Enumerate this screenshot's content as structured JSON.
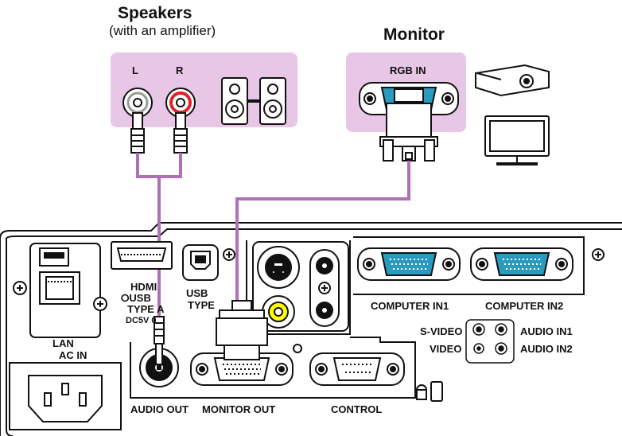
{
  "speakers": {
    "title": "Speakers",
    "subtitle": "(with an amplifier)",
    "left": "L",
    "right": "R"
  },
  "monitor": {
    "title": "Monitor",
    "rgb_in": "RGB IN"
  },
  "ports": {
    "hdmi": "HDMI",
    "usb_type_a_1": "⭘USB",
    "usb_type_a_2": "TYPE A",
    "usb_type_a_3": "DC5V 0",
    "usb_type_b_1": "USB",
    "usb_type_b_2": "TYPE",
    "computer_in1": "COMPUTER IN1",
    "computer_in2": "COMPUTER IN2",
    "s_video": "S-VIDEO",
    "video": "VIDEO",
    "audio_in1": "AUDIO IN1",
    "audio_in2": "AUDIO IN2",
    "lan": "LAN",
    "ac_in": "AC IN",
    "audio_out": "AUDIO OUT",
    "monitor_out": "MONITOR OUT",
    "control": "CONTROL"
  },
  "colors": {
    "highlight": "#e8c6e6",
    "cable": "#b070b8",
    "connector": "#2a9bbf",
    "audio_yellow": "#ffff00",
    "audio_red": "#e0202a"
  }
}
